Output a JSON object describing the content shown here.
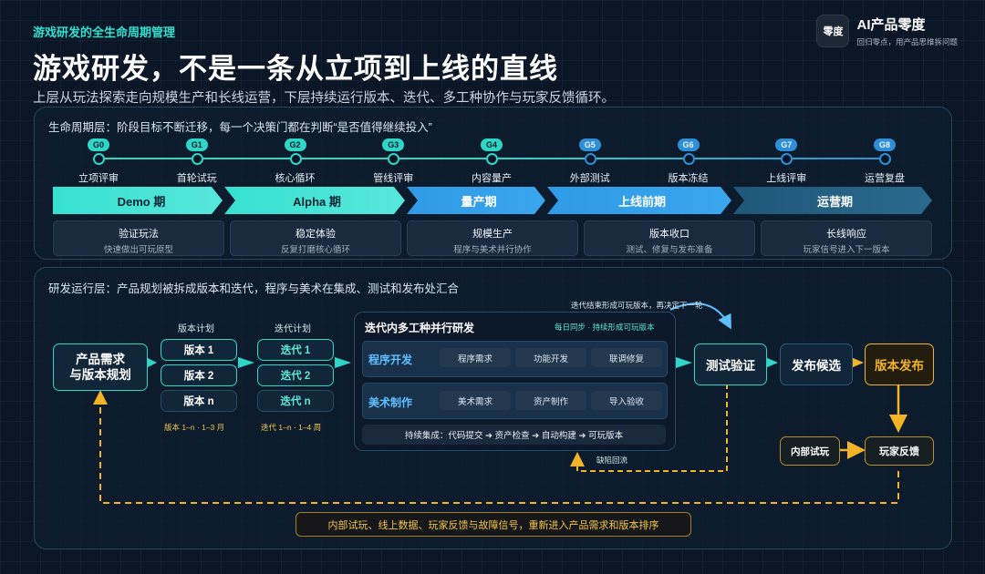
{
  "header": {
    "kicker": "游戏研发的全生命周期管理",
    "title": "游戏研发，不是一条从立项到上线的直线",
    "subtitle": "上层从玩法探索走向规模生产和长线运营，下层持续运行版本、迭代、多工种协作与玩家反馈循环。"
  },
  "brand": {
    "logo_text": "零度",
    "name": "AI产品零度",
    "tagline": "回归零点，用产品思维拆问题"
  },
  "lifecycle": {
    "title": "生命周期层：阶段目标不断迁移，每一个决策门都在判断“是否值得继续投入”",
    "gates": [
      {
        "code": "G0",
        "label": "立项评审"
      },
      {
        "code": "G1",
        "label": "首轮试玩"
      },
      {
        "code": "G2",
        "label": "核心循环"
      },
      {
        "code": "G3",
        "label": "管线评审"
      },
      {
        "code": "G4",
        "label": "内容量产"
      },
      {
        "code": "G5",
        "label": "外部测试"
      },
      {
        "code": "G6",
        "label": "版本冻结"
      },
      {
        "code": "G7",
        "label": "上线评审"
      },
      {
        "code": "G8",
        "label": "运营复盘"
      }
    ],
    "phases": [
      {
        "name": "Demo 期"
      },
      {
        "name": "Alpha 期"
      },
      {
        "name": "量产期"
      },
      {
        "name": "上线前期"
      },
      {
        "name": "运营期"
      }
    ],
    "cards": [
      {
        "title": "验证玩法",
        "desc": "快速做出可玩原型"
      },
      {
        "title": "稳定体验",
        "desc": "反复打磨核心循环"
      },
      {
        "title": "规模生产",
        "desc": "程序与美术并行协作"
      },
      {
        "title": "版本收口",
        "desc": "测试、修复与发布准备"
      },
      {
        "title": "长线响应",
        "desc": "玩家信号进入下一版本"
      }
    ]
  },
  "ops": {
    "title": "研发运行层：产品规划被拆成版本和迭代，程序与美术在集成、测试和发布处汇合",
    "demand_node": "产品需求\n与版本规划",
    "version_plan": {
      "header": "版本计划",
      "items": [
        "版本 1",
        "版本 2",
        "版本 n"
      ],
      "note": "版本 1–n · 1–3 月"
    },
    "iteration_plan": {
      "header": "迭代计划",
      "items": [
        "迭代 1",
        "迭代 2",
        "迭代 n"
      ],
      "note": "迭代 1–n · 1–4 周"
    },
    "workbench": {
      "title": "迭代内多工种并行研发",
      "badge": "每日同步 · 持续形成可玩版本",
      "lanes": [
        {
          "name": "程序开发",
          "tasks": [
            "程序需求",
            "功能开发",
            "联调修复"
          ]
        },
        {
          "name": "美术制作",
          "tasks": [
            "美术需求",
            "资产制作",
            "导入验收"
          ]
        }
      ],
      "ci": "持续集成：代码提交 ➔ 资产检查 ➔ 自动构建 ➔ 可玩版本"
    },
    "loop_note": "迭代结束形成可玩版本，再决定下一轮",
    "test_node": "测试验证",
    "candidate_node": "发布候选",
    "release_node": "版本发布",
    "internal_node": "内部试玩",
    "feedback_node": "玩家反馈",
    "defect_note": "缺陷回流",
    "bottom_bar": "内部试玩、线上数据、玩家反馈与故障信号，重新进入产品需求和版本排序"
  },
  "colors": {
    "teal": "#2fd6c8",
    "blue": "#2f8fd6",
    "gold": "#f3b327",
    "background": "#0b1626"
  }
}
